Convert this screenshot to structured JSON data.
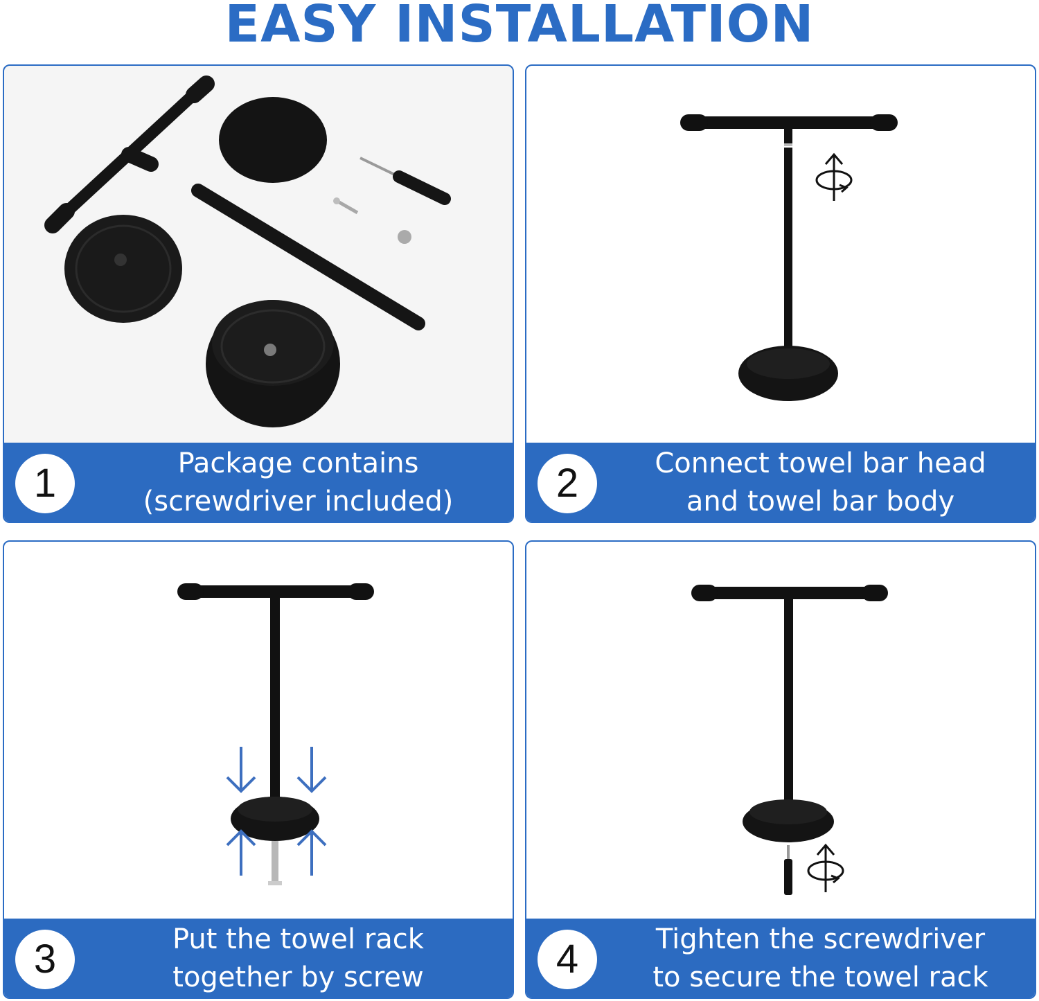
{
  "header": {
    "title": "EASY INSTALLATION"
  },
  "steps": [
    {
      "number": "1",
      "line1": "Package contains",
      "line2": "(screwdriver included)"
    },
    {
      "number": "2",
      "line1": "Connect towel bar head",
      "line2": "and towel bar body"
    },
    {
      "number": "3",
      "line1": "Put the towel rack",
      "line2": "together by screw"
    },
    {
      "number": "4",
      "line1": "Tighten the screwdriver",
      "line2": "to secure the towel rack"
    }
  ],
  "colors": {
    "brand_blue": "#2c6bc1",
    "product_black": "#111111"
  }
}
